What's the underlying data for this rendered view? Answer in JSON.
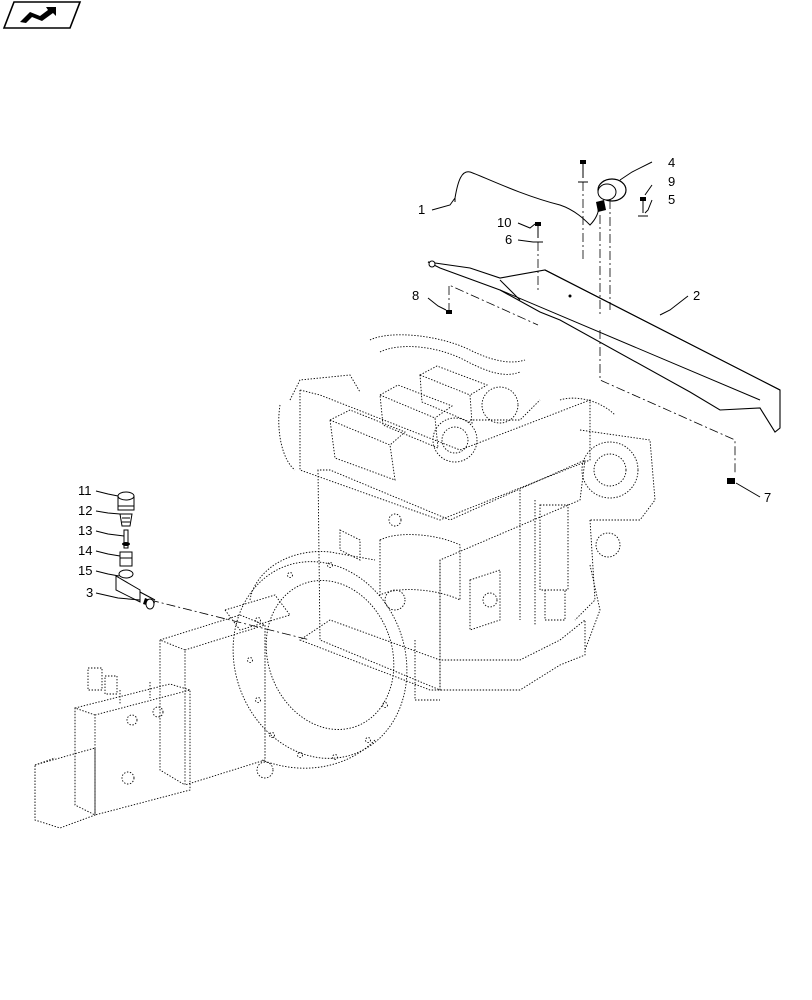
{
  "diagram": {
    "nav_icon": "book-arrow-icon",
    "callouts": [
      {
        "id": "c1",
        "text": "1"
      },
      {
        "id": "c2",
        "text": "2"
      },
      {
        "id": "c3",
        "text": "3"
      },
      {
        "id": "c4",
        "text": "4"
      },
      {
        "id": "c5",
        "text": "5"
      },
      {
        "id": "c6",
        "text": "6"
      },
      {
        "id": "c7",
        "text": "7"
      },
      {
        "id": "c8",
        "text": "8"
      },
      {
        "id": "c9",
        "text": "9"
      },
      {
        "id": "c10",
        "text": "10"
      },
      {
        "id": "c11",
        "text": "11"
      },
      {
        "id": "c12",
        "text": "12"
      },
      {
        "id": "c13",
        "text": "13"
      },
      {
        "id": "c14",
        "text": "14"
      },
      {
        "id": "c15",
        "text": "15"
      }
    ]
  }
}
